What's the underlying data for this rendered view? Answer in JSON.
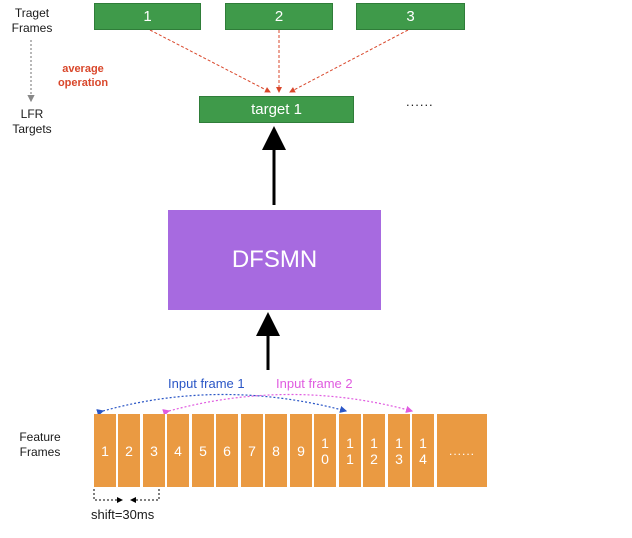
{
  "side_labels": {
    "target_frames": "Traget\nFrames",
    "lfr_targets": "LFR\nTargets",
    "feature_frames": "Feature\nFrames"
  },
  "target_frames": [
    "1",
    "2",
    "3"
  ],
  "average_label": "average\noperation",
  "lfr_target": "target 1",
  "lfr_more": "......",
  "model_label": "DFSMN",
  "input_frames": {
    "frame1_label": "Input frame 1",
    "frame2_label": "Input frame 2",
    "frame1_color": "#2a56c6",
    "frame2_color": "#e05ce0"
  },
  "feature_frames": [
    "1",
    "2",
    "3",
    "4",
    "5",
    "6",
    "7",
    "8",
    "9",
    "1\n0",
    "1\n1",
    "1\n2",
    "1\n3",
    "1\n4"
  ],
  "feature_more": "......",
  "shift_label": "shift=30ms",
  "colors": {
    "green": "#3f9a4a",
    "purple": "#a76ae0",
    "orange": "#ea9a42",
    "red_accent": "#d9472b"
  }
}
